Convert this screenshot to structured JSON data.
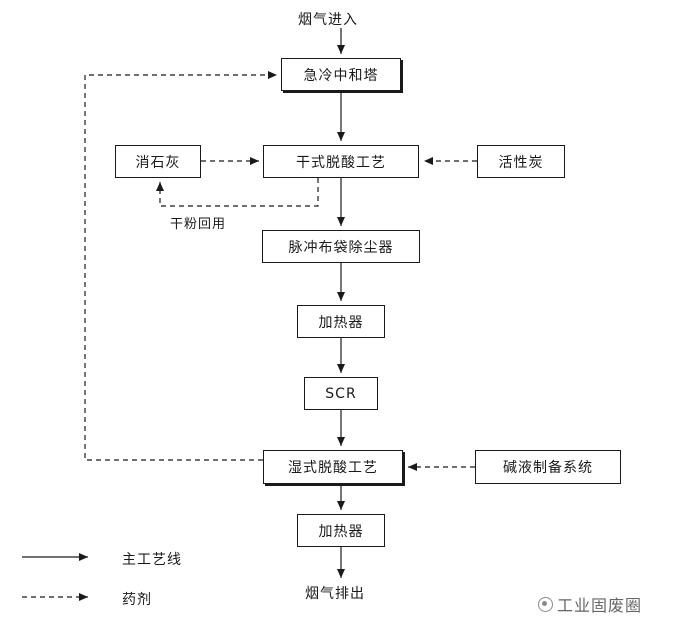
{
  "diagram": {
    "top_label": "烟气进入",
    "bottom_label": "烟气排出",
    "nodes": {
      "quench_tower": "急冷中和塔",
      "dry_deacid": "干式脱酸工艺",
      "slaked_lime": "消石灰",
      "activated_carbon": "活性炭",
      "dry_powder_reuse": "干粉回用",
      "bag_filter": "脉冲布袋除尘器",
      "heater1": "加热器",
      "scr": "SCR",
      "wet_deacid": "湿式脱酸工艺",
      "alkali_system": "碱液制备系统",
      "heater2": "加热器"
    },
    "legend": {
      "main_line": "主工艺线",
      "reagent": "药剂"
    },
    "watermark": "工业固废圈"
  }
}
